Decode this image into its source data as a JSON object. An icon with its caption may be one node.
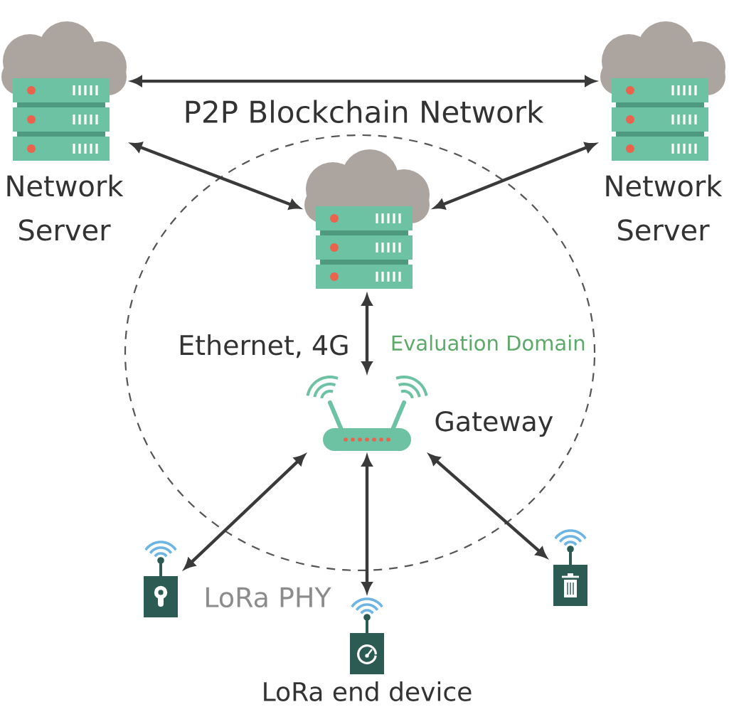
{
  "diagram": {
    "nodes": [
      {
        "text": [
          "Network Server"
        ]
      },
      {
        "text": [
          "Network Server"
        ]
      },
      {
        "text": [
          "Evaluation Domain"
        ]
      },
      {
        "text": [],
        "shape": "picture",
        "in": 2
      },
      {
        "text": [
          "Gateway"
        ],
        "in": 2
      },
      {
        "text": [],
        "shape": "picture"
      },
      {
        "text": [
          "LoRa end device"
        ]
      },
      {
        "text": [],
        "shape": "picture"
      }
    ],
    "edges": [
      {
        "from": 0,
        "to": 1,
        "arrow": "both",
        "label": "P2P Blockchain Network"
      },
      {
        "from": 0,
        "to": 3,
        "arrow": "both"
      },
      {
        "from": 1,
        "to": 3,
        "arrow": "both"
      },
      {
        "from": 3,
        "to": 4,
        "arrow": "both",
        "label": "Ethernet, 4G"
      },
      {
        "from": 4,
        "to": 5,
        "arrow": "both"
      },
      {
        "from": 4,
        "to": 6,
        "arrow": "both"
      },
      {
        "from": 4,
        "to": 7,
        "arrow": "both"
      }
    ],
    "labels": [
      "LoRa PHY"
    ]
  }
}
